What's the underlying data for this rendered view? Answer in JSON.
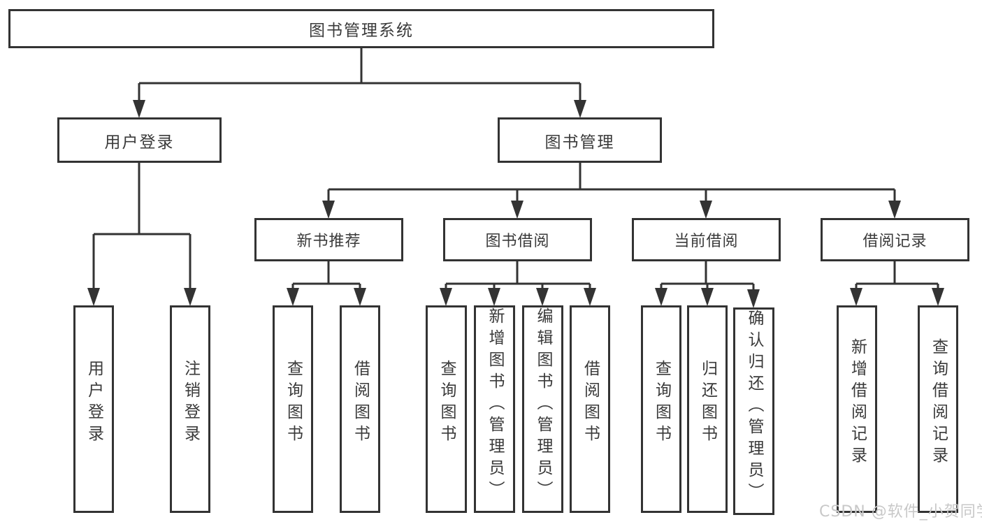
{
  "colors": {
    "line": "#333333",
    "node_border": "#333333",
    "node_fill": "#ffffff",
    "text": "#3a3a3a",
    "watermark": "#c8c8c8",
    "background": "#ffffff"
  },
  "tree": {
    "root": "图书管理系统",
    "children": [
      {
        "label": "用户登录",
        "leaves": [
          "用户登录",
          "注销登录"
        ]
      },
      {
        "label": "图书管理",
        "groups": [
          {
            "label": "新书推荐",
            "leaves": [
              "查询图书",
              "借阅图书"
            ]
          },
          {
            "label": "图书借阅",
            "leaves": [
              "查询图书",
              "新增图书（管理员）",
              "编辑图书（管理员）",
              "借阅图书"
            ]
          },
          {
            "label": "当前借阅",
            "leaves": [
              "查询图书",
              "归还图书",
              "确认归还（管理员）"
            ]
          },
          {
            "label": "借阅记录",
            "leaves": [
              "新增借阅记录",
              "查询借阅记录"
            ]
          }
        ]
      }
    ]
  },
  "watermark": {
    "text": "CSDN @软件_小贺同学"
  }
}
